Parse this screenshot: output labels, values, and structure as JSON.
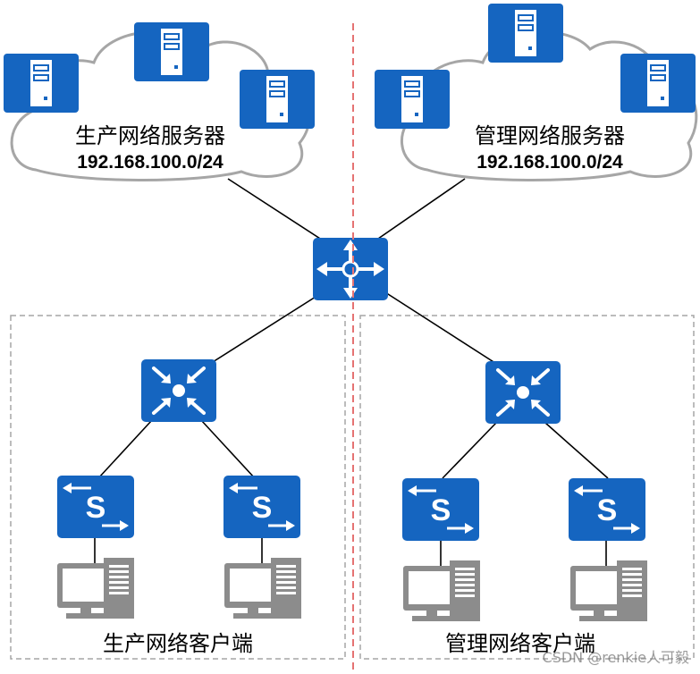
{
  "colors": {
    "device_blue": "#1565C0",
    "device_blue_dark": "#0D47A1",
    "divider_red": "#E57373",
    "zone_border_gray": "#A6A6A6",
    "cloud_stroke": "#9E9E9E",
    "pc_gray": "#8C8C8C"
  },
  "clouds": [
    {
      "title": "生产网络服务器",
      "subnet": "192.168.100.0/24"
    },
    {
      "title": "管理网络服务器",
      "subnet": "192.168.100.0/24"
    }
  ],
  "zones": [
    {
      "title": "生产网络客户端"
    },
    {
      "title": "管理网络客户端"
    }
  ],
  "icons": {
    "server": "server-icon",
    "core_switch": "core-switch-icon",
    "aggregation_switch": "aggregation-switch-icon",
    "access_switch": "access-switch-icon",
    "pc": "pc-icon"
  },
  "watermark": "CSDN @renkie人可毅"
}
